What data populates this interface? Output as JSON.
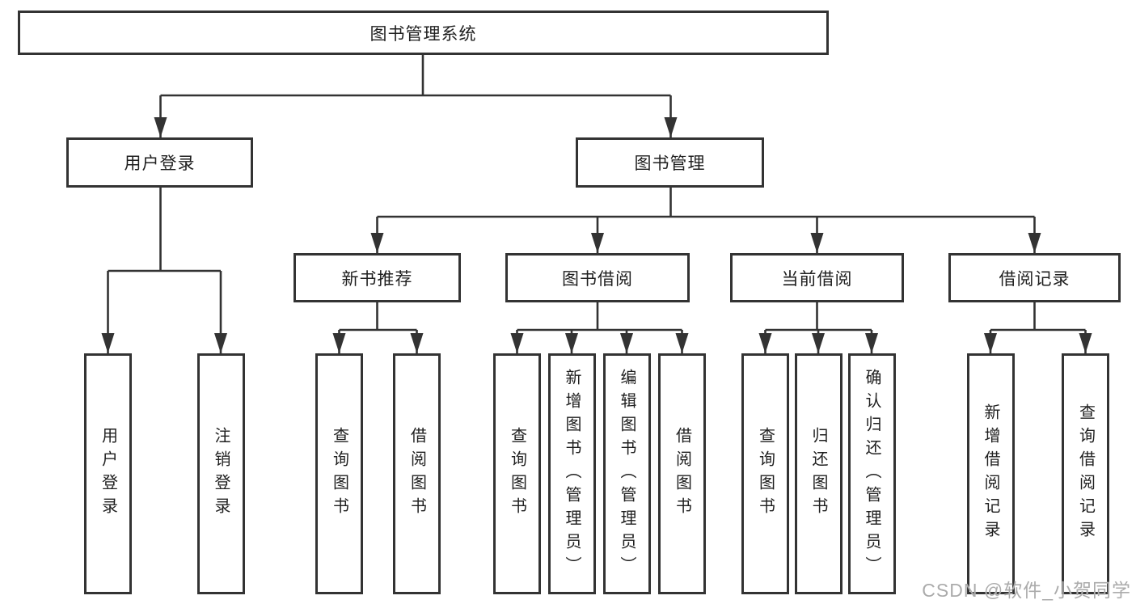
{
  "tree": {
    "root": {
      "label": "图书管理系统"
    },
    "children": [
      {
        "label": "用户登录",
        "children": [
          {
            "label": "用户登录"
          },
          {
            "label": "注销登录"
          }
        ]
      },
      {
        "label": "图书管理",
        "children": [
          {
            "label": "新书推荐",
            "children": [
              {
                "label": "查询图书"
              },
              {
                "label": "借阅图书"
              }
            ]
          },
          {
            "label": "图书借阅",
            "children": [
              {
                "label": "查询图书"
              },
              {
                "label": "新增图书（管理员）"
              },
              {
                "label": "编辑图书（管理员）"
              },
              {
                "label": "借阅图书"
              }
            ]
          },
          {
            "label": "当前借阅",
            "children": [
              {
                "label": "查询图书"
              },
              {
                "label": "归还图书"
              },
              {
                "label": "确认归还（管理员）"
              }
            ]
          },
          {
            "label": "借阅记录",
            "children": [
              {
                "label": "新增借阅记录"
              },
              {
                "label": "查询借阅记录"
              }
            ]
          }
        ]
      }
    ]
  },
  "watermark": {
    "text": "CSDN @软件_小贺同学"
  },
  "colors": {
    "line": "#333333",
    "box_border": "#333333",
    "text": "#1f1f1f",
    "watermark": "#ababab",
    "background": "#ffffff"
  }
}
